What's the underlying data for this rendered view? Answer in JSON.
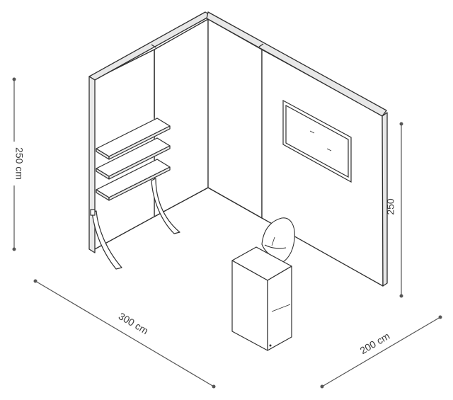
{
  "dimensions": {
    "height_left": "250 cm",
    "width_front": "300 cm",
    "depth_right": "200 cm",
    "height_right": "250"
  },
  "colors": {
    "line": "#2f2f2f",
    "dim_line": "#555555",
    "panel_fill": "#ffffff",
    "edge_fill": "#e8e8e8",
    "frame_fill": "#dcdcdc"
  }
}
